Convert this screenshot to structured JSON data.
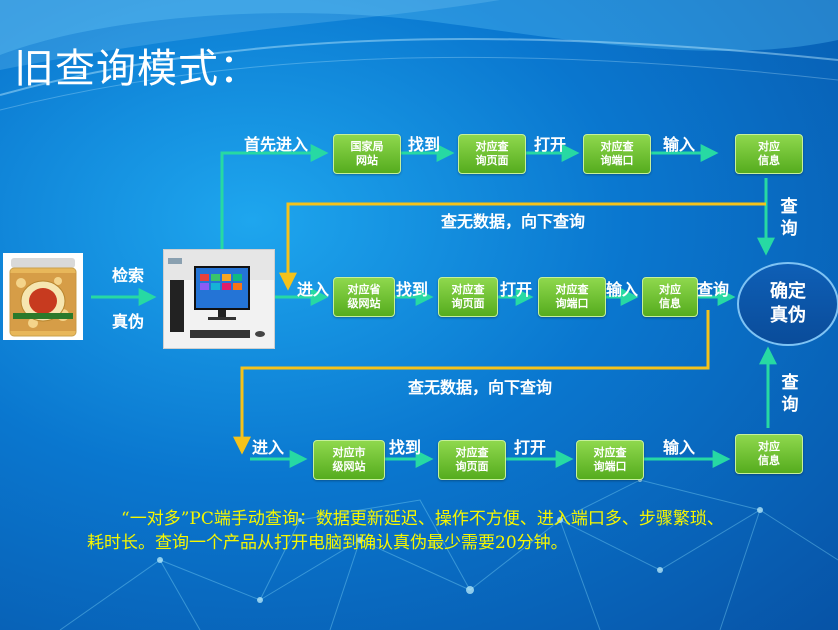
{
  "title": "旧查询模式：",
  "left": {
    "search_label": "检索",
    "verify_label": "真伪"
  },
  "row1": {
    "start_label": "首先进入",
    "steps": [
      "国家局\n网站",
      "对应查\n询页面",
      "对应查\n询端口",
      "对应\n信息"
    ],
    "edge_labels": [
      "找到",
      "打开",
      "输入"
    ],
    "down_label": "查询",
    "fallback_label": "查无数据，向下查询"
  },
  "row2": {
    "enter_label": "进入",
    "steps": [
      "对应省\n级网站",
      "对应查\n询页面",
      "对应查\n询端口",
      "对应\n信息"
    ],
    "edge_labels": [
      "找到",
      "打开",
      "输入"
    ],
    "to_target_label": "查询",
    "fallback_label": "查无数据，向下查询"
  },
  "row3": {
    "enter_label": "进入",
    "steps": [
      "对应市\n级网站",
      "对应查\n询页面",
      "对应查\n询端口",
      "对应\n信息"
    ],
    "edge_labels": [
      "找到",
      "打开",
      "输入"
    ],
    "up_label": "查询"
  },
  "target": "确定\n真伪",
  "note": "“一对多”PC端手动查询：数据更新延迟、操作不方便、进入端口多、步骤繁琐、耗时长。查询一个产品从打开电脑到确认真伪最少需要20分钟。",
  "colors": {
    "connector": "#27d9a3",
    "fallback": "#f5c21a",
    "box": "#6cc22e",
    "note": "#f6f600"
  }
}
